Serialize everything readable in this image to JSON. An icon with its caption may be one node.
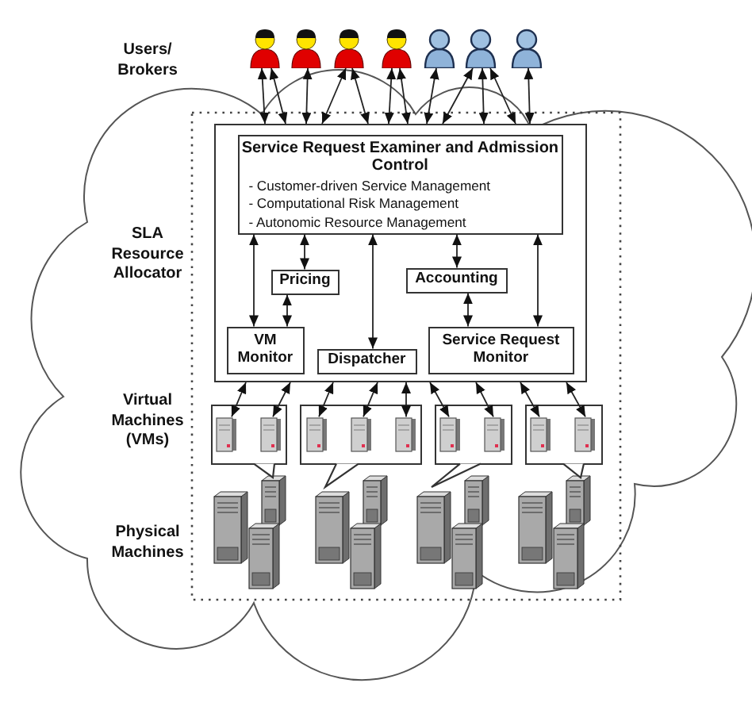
{
  "diagram": {
    "nodes": [
      {
        "text": [],
        "shape": "person"
      },
      {
        "text": [],
        "shape": "person"
      },
      {
        "text": [],
        "shape": "person"
      },
      {
        "text": [],
        "shape": "person"
      },
      {
        "text": [],
        "shape": "person"
      },
      {
        "text": [],
        "shape": "person"
      },
      {
        "text": [],
        "shape": "person"
      },
      {
        "text": [],
        "shape": "box"
      },
      {
        "text": [
          "Service Request Examiner and Admission Control",
          "- Customer-driven Service Management",
          "- Computational Risk Management",
          "- Autonomic Resource Management"
        ],
        "in": 7
      },
      {
        "text": [
          "Pricing"
        ],
        "in": 7
      },
      {
        "text": [
          "Accounting"
        ],
        "in": 7
      },
      {
        "text": [
          "VM Monitor"
        ],
        "in": 7
      },
      {
        "text": [
          "Dispatcher"
        ],
        "in": 7
      },
      {
        "text": [
          "Service Request Monitor"
        ],
        "in": 7
      },
      {
        "text": [],
        "shape": "box"
      },
      {
        "text": [],
        "shape": "box"
      },
      {
        "text": [],
        "shape": "box"
      },
      {
        "text": [],
        "shape": "box"
      },
      {
        "text": [],
        "shape": "server",
        "in": 14
      },
      {
        "text": [],
        "shape": "server",
        "in": 14
      },
      {
        "text": [],
        "shape": "server",
        "in": 15
      },
      {
        "text": [],
        "shape": "server",
        "in": 15
      },
      {
        "text": [],
        "shape": "server",
        "in": 15
      },
      {
        "text": [],
        "shape": "server",
        "in": 16
      },
      {
        "text": [],
        "shape": "server",
        "in": 16
      },
      {
        "text": [],
        "shape": "server",
        "in": 17
      },
      {
        "text": [],
        "shape": "server",
        "in": 17
      }
    ],
    "edges": [
      {
        "from": 0,
        "to": 7,
        "arrow": "both"
      },
      {
        "from": 0,
        "to": 7,
        "arrow": "both"
      },
      {
        "from": 1,
        "to": 7,
        "arrow": "both"
      },
      {
        "from": 2,
        "to": 7,
        "arrow": "both"
      },
      {
        "from": 2,
        "to": 7,
        "arrow": "both"
      },
      {
        "from": 3,
        "to": 7,
        "arrow": "both"
      },
      {
        "from": 3,
        "to": 7,
        "arrow": "both"
      },
      {
        "from": 4,
        "to": 7,
        "arrow": "both"
      },
      {
        "from": 5,
        "to": 7,
        "arrow": "both"
      },
      {
        "from": 5,
        "to": 7,
        "arrow": "both"
      },
      {
        "from": 5,
        "to": 7,
        "arrow": "both"
      },
      {
        "from": 6,
        "to": 7,
        "arrow": "both"
      },
      {
        "from": 8,
        "to": 11,
        "arrow": "both"
      },
      {
        "from": 8,
        "to": 9,
        "arrow": "both"
      },
      {
        "from": 9,
        "to": 11,
        "arrow": "both"
      },
      {
        "from": 8,
        "to": 12,
        "arrow": "both"
      },
      {
        "from": 8,
        "to": 10,
        "arrow": "both"
      },
      {
        "from": 10,
        "to": 13,
        "arrow": "both"
      },
      {
        "from": 8,
        "to": 13,
        "arrow": "both"
      },
      {
        "from": 7,
        "to": 18,
        "arrow": "both"
      },
      {
        "from": 7,
        "to": 19,
        "arrow": "both"
      },
      {
        "from": 7,
        "to": 20,
        "arrow": "both"
      },
      {
        "from": 7,
        "to": 21,
        "arrow": "both"
      },
      {
        "from": 7,
        "to": 22,
        "arrow": "both"
      },
      {
        "from": 7,
        "to": 23,
        "arrow": "both"
      },
      {
        "from": 7,
        "to": 24,
        "arrow": "both"
      },
      {
        "from": 7,
        "to": 25,
        "arrow": "both"
      },
      {
        "from": 7,
        "to": 26,
        "arrow": "both"
      }
    ],
    "labels": [
      "Users/ Brokers",
      "SLA Resource Allocator",
      "Virtual Machines (VMs)",
      "Physical Machines"
    ]
  }
}
